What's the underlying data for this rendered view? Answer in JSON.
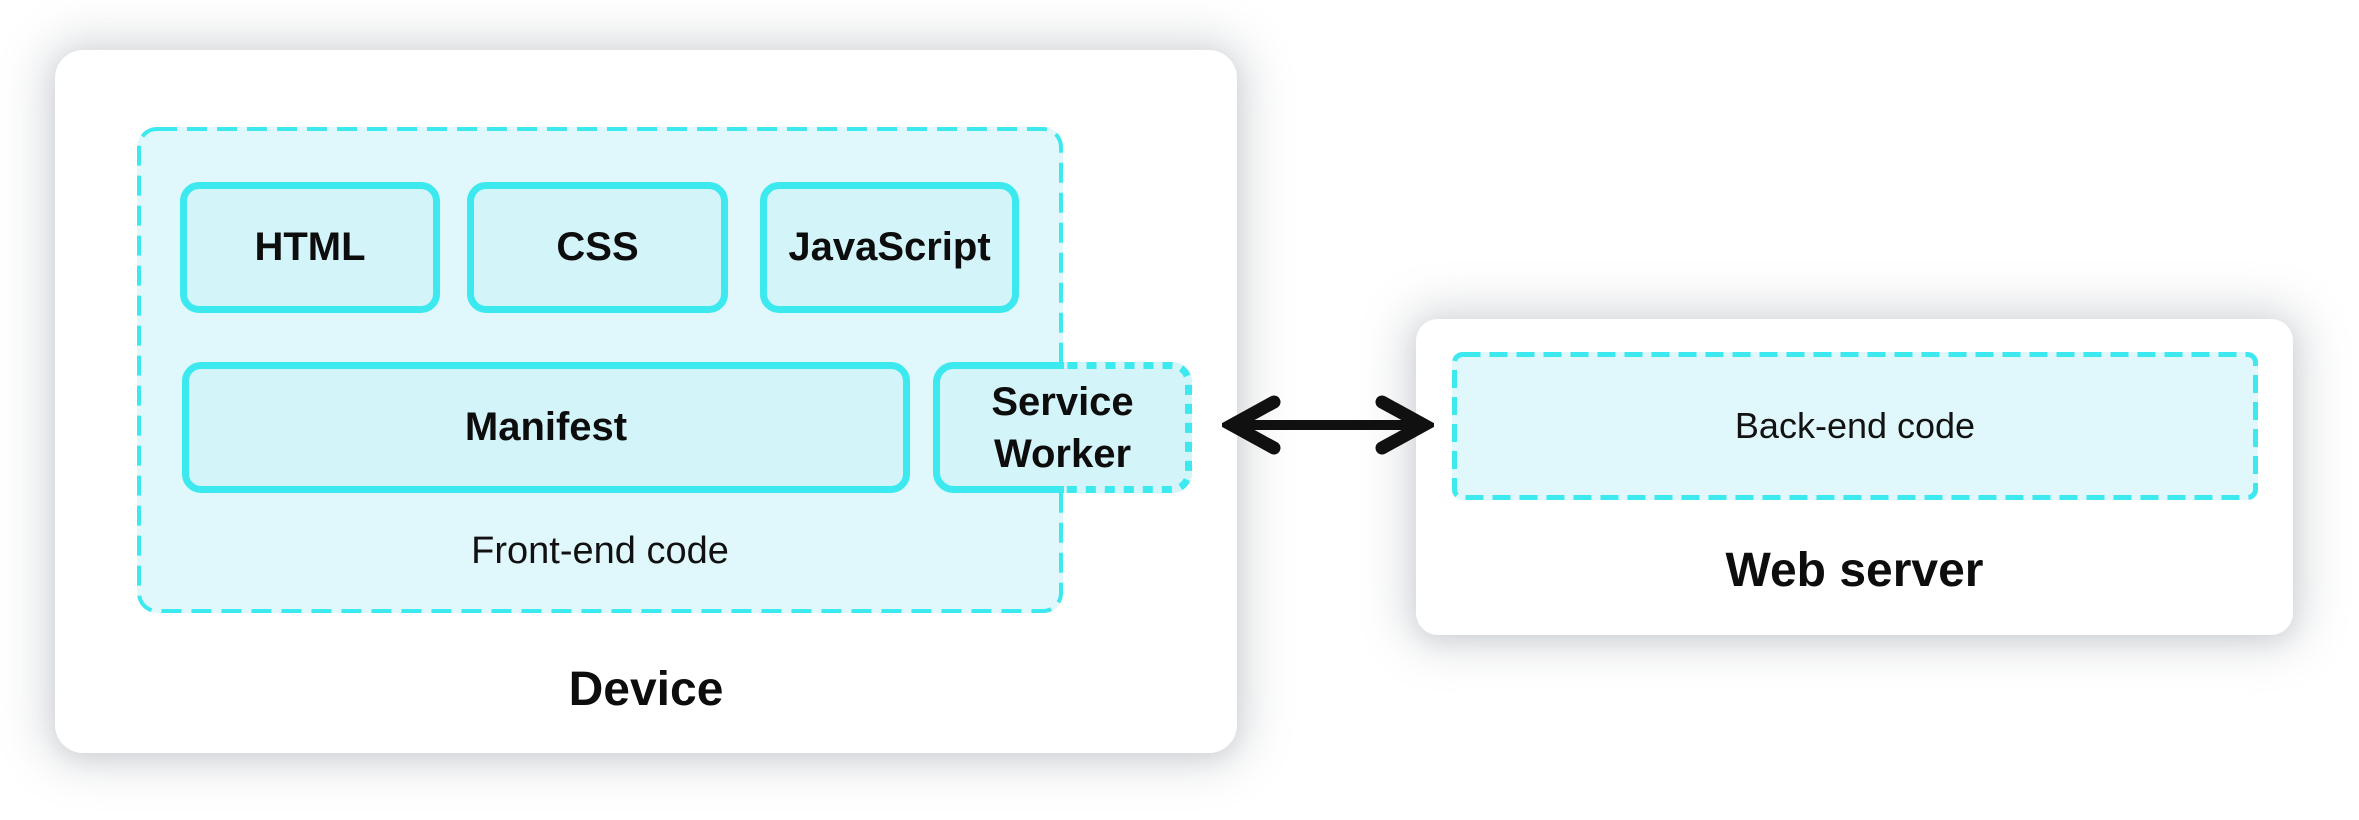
{
  "colors": {
    "accent_cyan": "#3ce9ef",
    "container_fill_light": "#e0f8fb",
    "box_fill_mid": "#d3f4f9",
    "card_background": "#ffffff",
    "arrow_black": "#101010",
    "text_black": "#0d0d0d"
  },
  "device": {
    "label": "Device",
    "frontend": {
      "label": "Front-end code",
      "boxes": [
        "HTML",
        "CSS",
        "JavaScript"
      ],
      "manifest": "Manifest",
      "service_worker": {
        "line1": "Service",
        "line2": "Worker"
      }
    }
  },
  "connection": {
    "type": "bidirectional-arrow"
  },
  "web_server": {
    "label": "Web server",
    "backend": "Back-end code"
  }
}
